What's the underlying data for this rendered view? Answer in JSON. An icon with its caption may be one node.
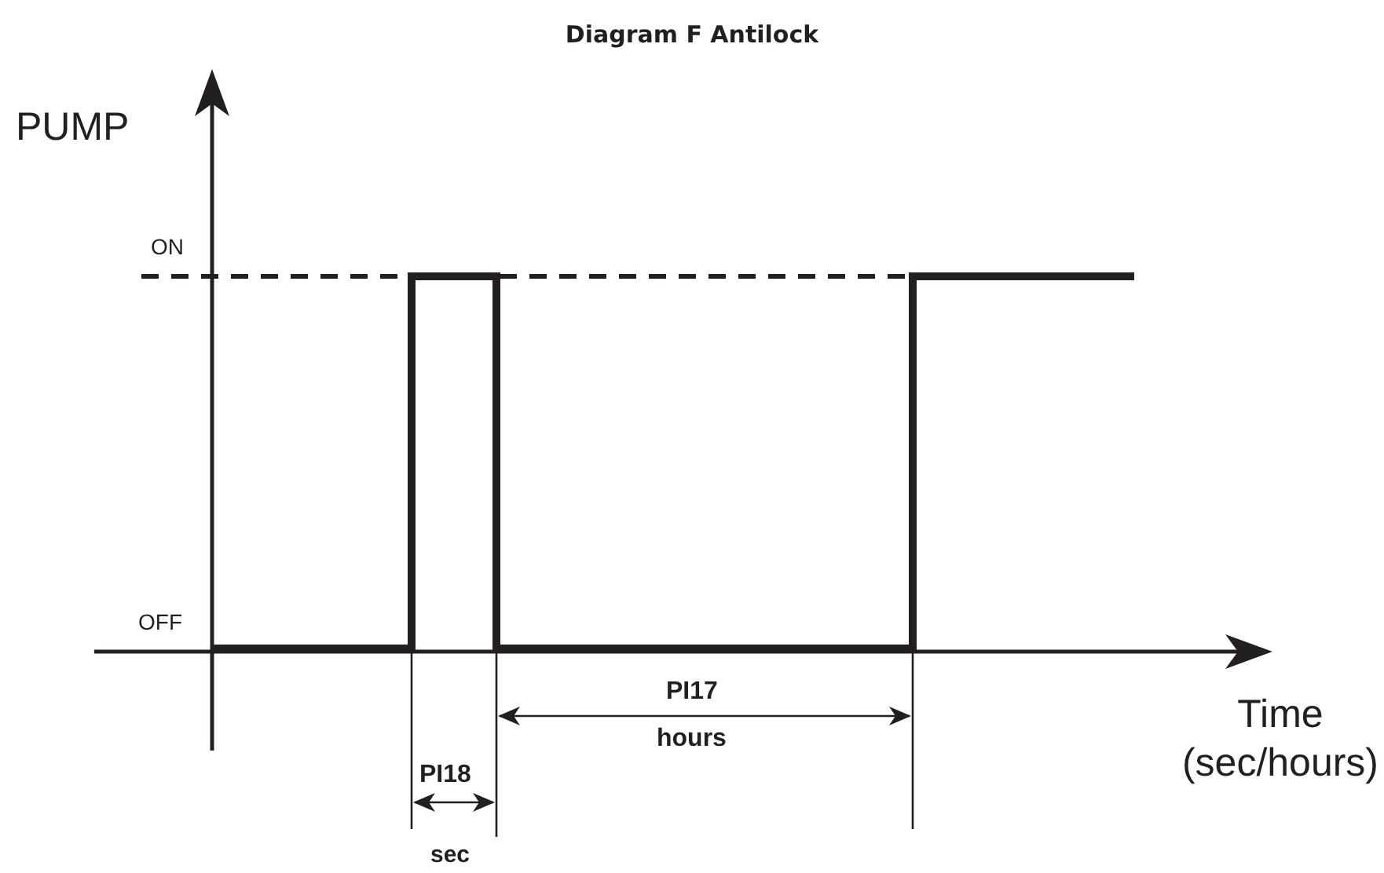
{
  "diagram": {
    "title": "Diagram F Antilock",
    "labels": [
      "PUMP",
      "ON",
      "OFF",
      "Time (sec/hours)",
      "PI17",
      "hours",
      "PI18",
      "sec"
    ]
  }
}
